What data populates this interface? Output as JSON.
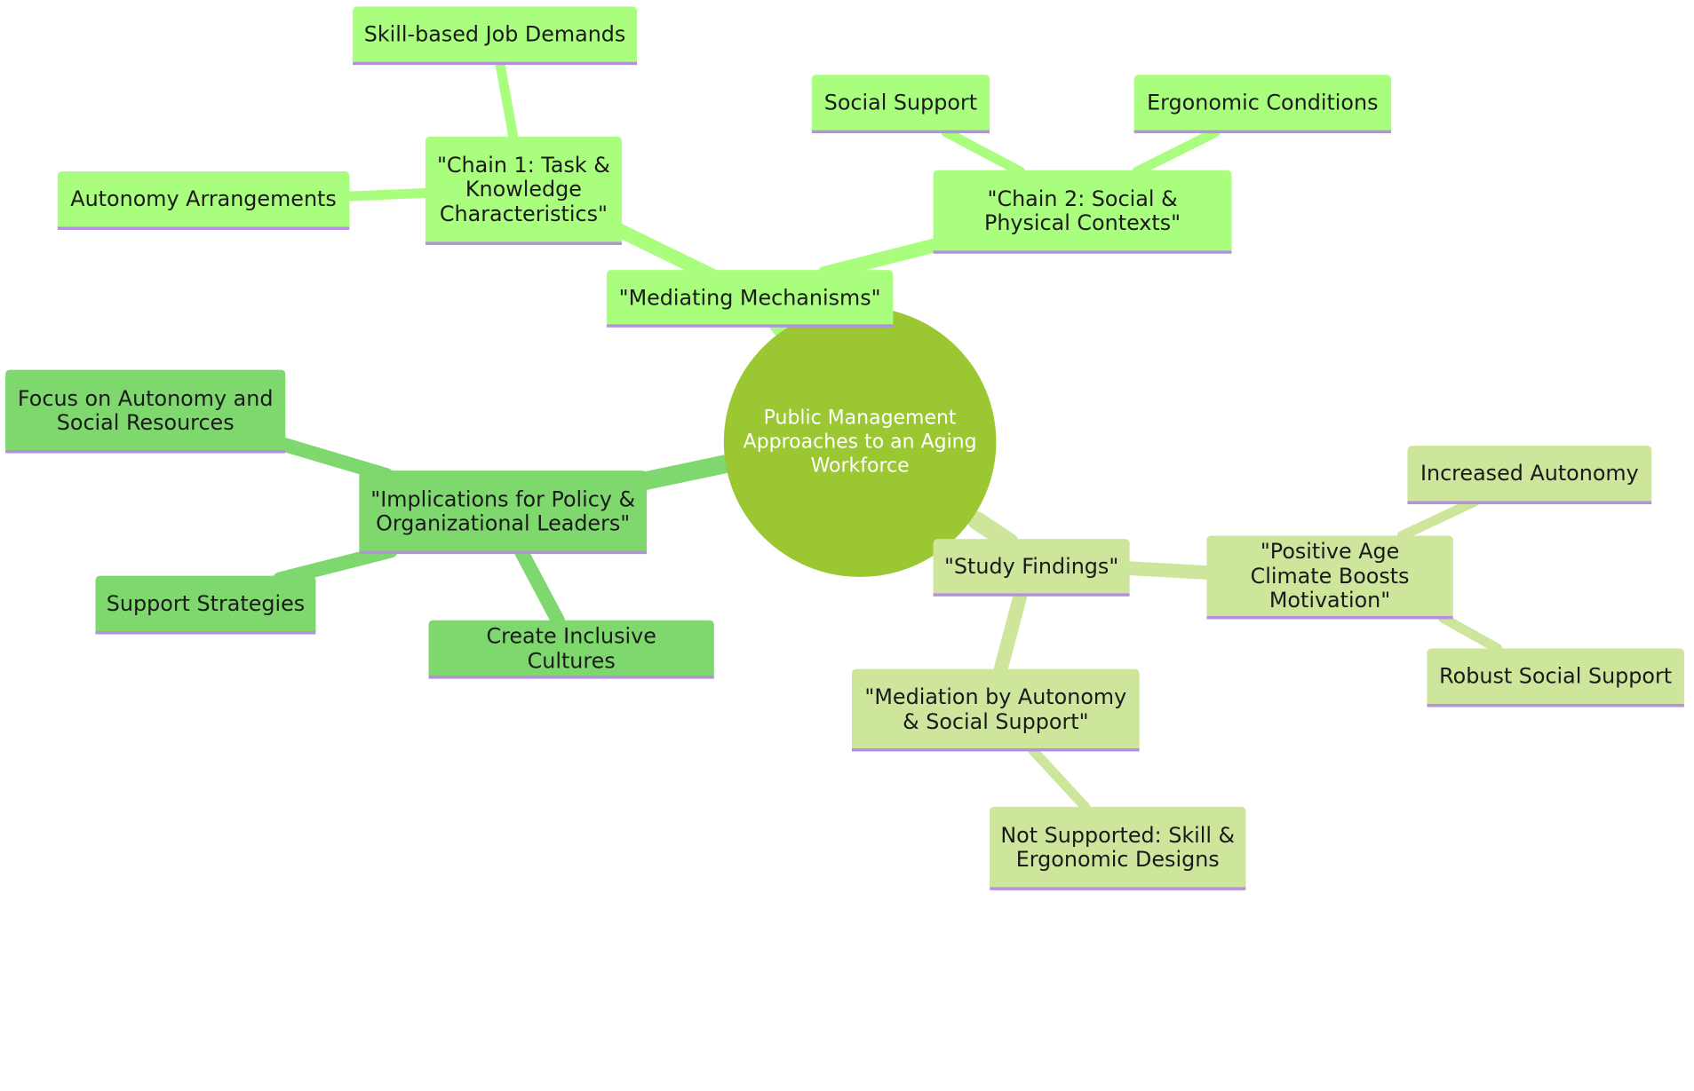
{
  "colors": {
    "root": "#9bc733",
    "branch_mechanisms": "#a9ff7d",
    "branch_implications": "#7fd86e",
    "branch_findings": "#cde69b",
    "node_underline": "#b58fe0"
  },
  "root": {
    "label": "Public Management Approaches to an Aging Workforce"
  },
  "mediating_mechanisms": {
    "label": "\"Mediating Mechanisms\"",
    "chain1": {
      "label": "\"Chain 1: Task & Knowledge Characteristics\"",
      "children": [
        "Skill-based Job Demands",
        "Autonomy Arrangements"
      ]
    },
    "chain2": {
      "label": "\"Chain 2: Social & Physical Contexts\"",
      "children": [
        "Social Support",
        "Ergonomic Conditions"
      ]
    }
  },
  "implications": {
    "label": "\"Implications for Policy & Organizational Leaders\"",
    "children": [
      "Focus on Autonomy and Social Resources",
      "Support Strategies",
      "Create Inclusive Cultures"
    ]
  },
  "study_findings": {
    "label": "\"Study Findings\"",
    "positive_age_climate": {
      "label": "\"Positive Age Climate Boosts Motivation\"",
      "children": [
        "Increased Autonomy",
        "Robust Social Support"
      ]
    },
    "mediation": {
      "label": "\"Mediation by Autonomy & Social Support\"",
      "children": [
        "Not Supported: Skill & Ergonomic Designs"
      ]
    }
  }
}
